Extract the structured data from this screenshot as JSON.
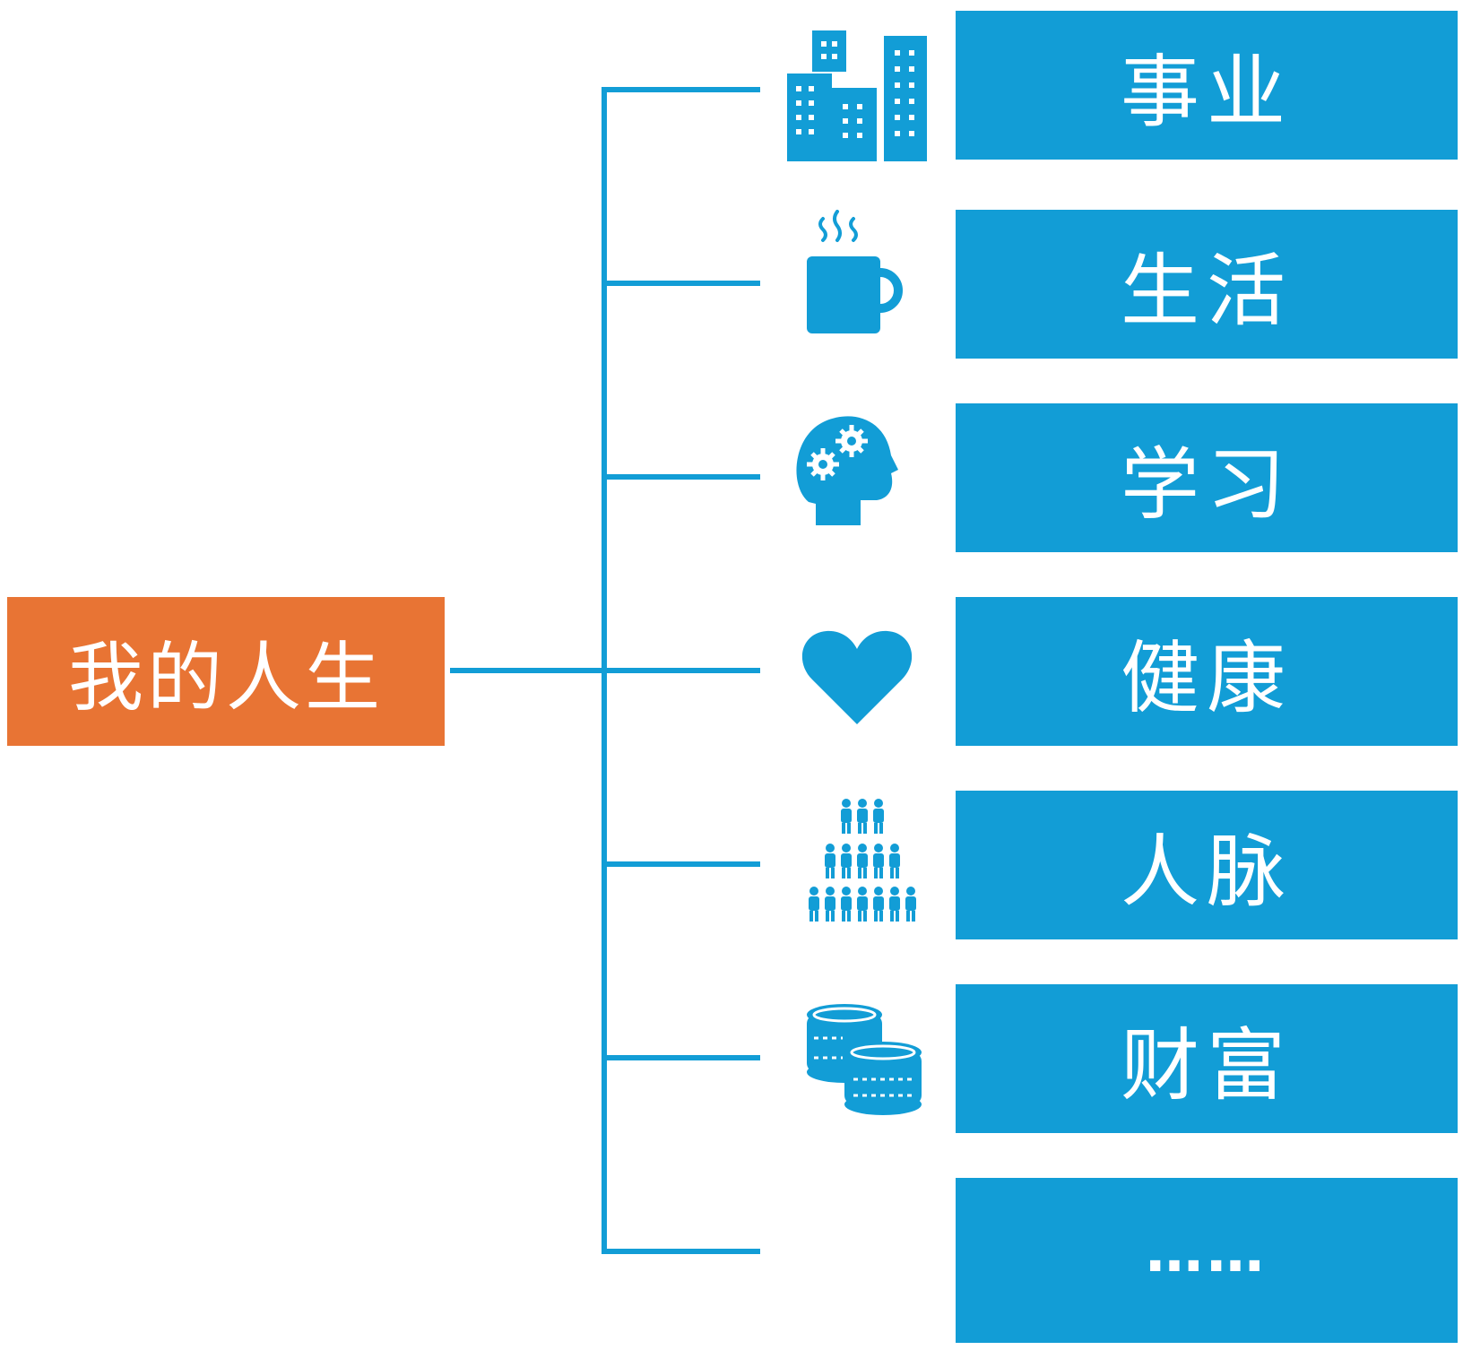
{
  "colors": {
    "accent": "#129dd6",
    "root": "#e87434",
    "text": "#ffffff"
  },
  "root": {
    "label": "我的人生"
  },
  "branches": [
    {
      "label": "事业",
      "icon": "buildings-icon"
    },
    {
      "label": "生活",
      "icon": "coffee-cup-icon"
    },
    {
      "label": "学习",
      "icon": "head-gears-icon"
    },
    {
      "label": "健康",
      "icon": "heart-icon"
    },
    {
      "label": "人脉",
      "icon": "people-pyramid-icon"
    },
    {
      "label": "财富",
      "icon": "coins-icon"
    },
    {
      "label": "……",
      "icon": ""
    }
  ]
}
